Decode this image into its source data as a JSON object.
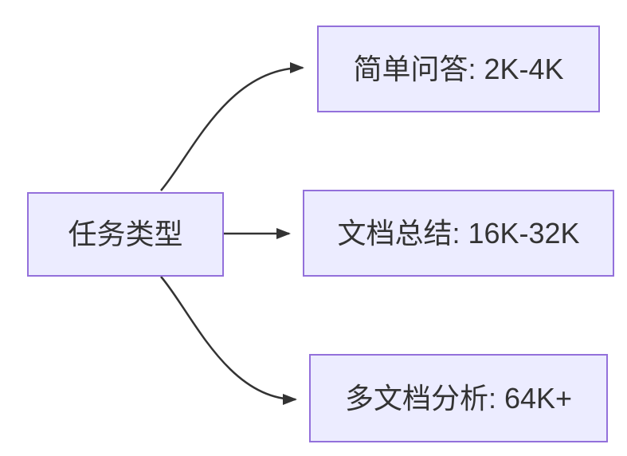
{
  "diagram": {
    "type": "flowchart",
    "direction": "left-to-right",
    "nodes": [
      {
        "id": "root",
        "label": "任务类型"
      },
      {
        "id": "qa",
        "label": "简单问答: 2K-4K"
      },
      {
        "id": "sum",
        "label": "文档总结: 16K-32K"
      },
      {
        "id": "multi",
        "label": "多文档分析: 64K+"
      }
    ],
    "edges": [
      {
        "from": "任务类型",
        "to": "简单问答: 2K-4K",
        "arrow": "curved-up"
      },
      {
        "from": "任务类型",
        "to": "文档总结: 16K-32K",
        "arrow": "straight"
      },
      {
        "from": "任务类型",
        "to": "多文档分析: 64K+",
        "arrow": "curved-down"
      }
    ],
    "colors": {
      "node_fill": "#ECECFF",
      "node_border": "#9370DB",
      "edge_line": "#333333",
      "label_text": "#333333",
      "background": "#FFFFFF"
    }
  }
}
